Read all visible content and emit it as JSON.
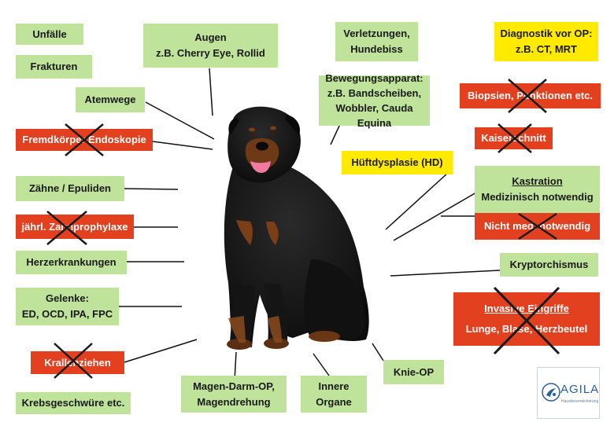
{
  "labels": {
    "unfaelle": "Unfälle",
    "frakturen": "Frakturen",
    "atemwege": "Atemwege",
    "fremdkoerper": "Fremdkörper Endoskopie",
    "zaehne": "Zähne / Epuliden",
    "zahnprophylaxe": "jährl. Zahnprophylaxe",
    "herz": "Herzerkrankungen",
    "gelenke_1": "Gelenke:",
    "gelenke_2": "ED, OCD, IPA, FPC",
    "krallen": "Krallenziehen",
    "krebs": "Krebsgeschwüre etc.",
    "augen_1": "Augen",
    "augen_2": "z.B. Cherry Eye, Rollid",
    "magen_1": "Magen-Darm-OP,",
    "magen_2": "Magendrehung",
    "innere_1": "Innere",
    "innere_2": "Organe",
    "knie": "Knie-OP",
    "verletzungen_1": "Verletzungen,",
    "verletzungen_2": "Hundebiss",
    "bewegung_1": "Bewegungsapparat:",
    "bewegung_2": "z.B. Bandscheiben,",
    "bewegung_3": "Wobbler, Cauda Equina",
    "hueft": "Hüftdysplasie (HD)",
    "diagnostik_1": "Diagnostik vor OP:",
    "diagnostik_2": "z.B. CT, MRT",
    "biopsien": "Biopsien, Punktionen etc.",
    "kaiserschnitt": "Kaiserschnitt",
    "kastration_1": "Kastration",
    "kastration_2": "Medizinisch notwendig",
    "nicht_med": "Nicht med. notwendig",
    "krypto": "Kryptorchismus",
    "invasiv_1": "Invasive Eingriffe",
    "invasiv_2": "Lunge, Blase, Herzbeutel"
  },
  "logo": {
    "name": "AGILA",
    "tagline": "Haustierversicherung"
  },
  "colors": {
    "covered": "#bfe39a",
    "diagnostic": "#ffea00",
    "not_covered": "#e2401f"
  }
}
